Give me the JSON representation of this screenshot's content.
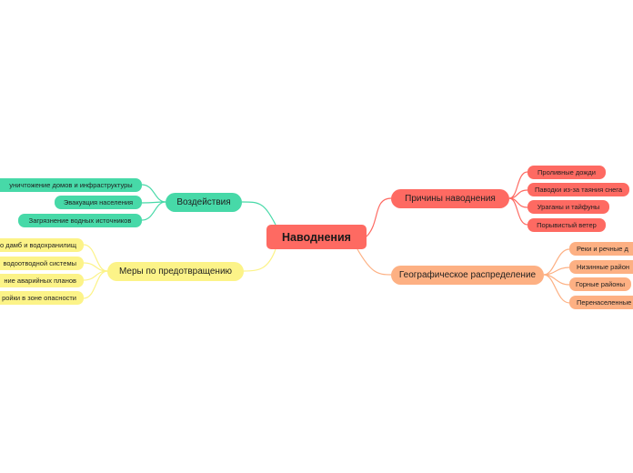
{
  "root": {
    "label": "Наводнения"
  },
  "branches": {
    "causes": {
      "label": "Причины наводнения",
      "color": "#fe6a62",
      "items": [
        "Проливные дожди",
        "Паводки из-за таяния снега",
        "Ураганы и тайфуны",
        "Порывистый ветер"
      ]
    },
    "geography": {
      "label": "Географическое распределение",
      "color": "#fdb083",
      "items": [
        "Реки и речные д",
        "Низинные район",
        "Горные районы",
        "Перенаселенные"
      ]
    },
    "impact": {
      "label": "Воздействия",
      "color": "#47d9a8",
      "items": [
        "уничтожение домов и инфраструктуры",
        "Эвакуация населения",
        "Загрязнение водных источников"
      ]
    },
    "prevention": {
      "label": "Меры по предотвращению",
      "color": "#fcf388",
      "items": [
        "о дамб и водохранилищ",
        "водоотводной системы",
        "ние аварийных планов",
        "ройки в зоне опасности"
      ]
    }
  }
}
